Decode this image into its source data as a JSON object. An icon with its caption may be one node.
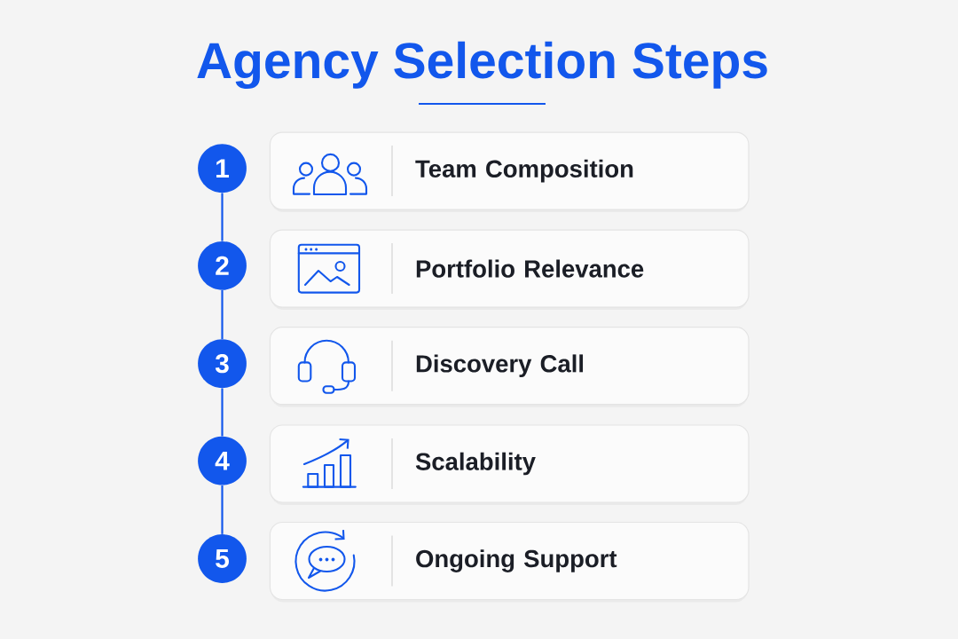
{
  "diagram": {
    "title": "Agency Selection Steps",
    "nodes": [
      {
        "text": [
          "1"
        ]
      },
      {
        "text": [
          "Team Composition"
        ]
      },
      {
        "text": [
          "2"
        ]
      },
      {
        "text": [
          "Portfolio Relevance"
        ]
      },
      {
        "text": [
          "3"
        ]
      },
      {
        "text": [
          "Discovery Call"
        ]
      },
      {
        "text": [
          "4"
        ]
      },
      {
        "text": [
          "Scalability"
        ]
      },
      {
        "text": [
          "5"
        ]
      },
      {
        "text": [
          "Ongoing Support"
        ]
      }
    ],
    "edges": [
      {
        "from": 0,
        "to": 2,
        "arrow": "none"
      },
      {
        "from": 2,
        "to": 4,
        "arrow": "none"
      },
      {
        "from": 4,
        "to": 6,
        "arrow": "none"
      },
      {
        "from": 6,
        "to": 8,
        "arrow": "none"
      }
    ]
  }
}
